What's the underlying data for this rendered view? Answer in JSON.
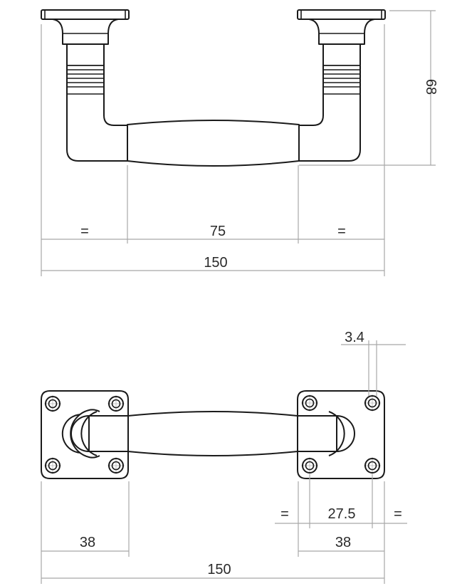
{
  "drawing": {
    "title": "",
    "units": "mm",
    "colors": {
      "outline": "#1a1a1a",
      "dimension_line": "#a8a8a8",
      "text": "#2a2a2a",
      "background": "#ffffff"
    }
  },
  "side_view": {
    "dimensions": {
      "height": "68",
      "left_equal": "=",
      "center_grip": "75",
      "right_equal": "=",
      "overall_length": "150"
    }
  },
  "top_view": {
    "dimensions": {
      "hole_diameter": "3.4",
      "left_plate_width": "38",
      "right_plate_width": "38",
      "hole_spacing": "27.5",
      "hole_left_equal": "=",
      "hole_right_equal": "=",
      "overall_length": "150"
    }
  }
}
